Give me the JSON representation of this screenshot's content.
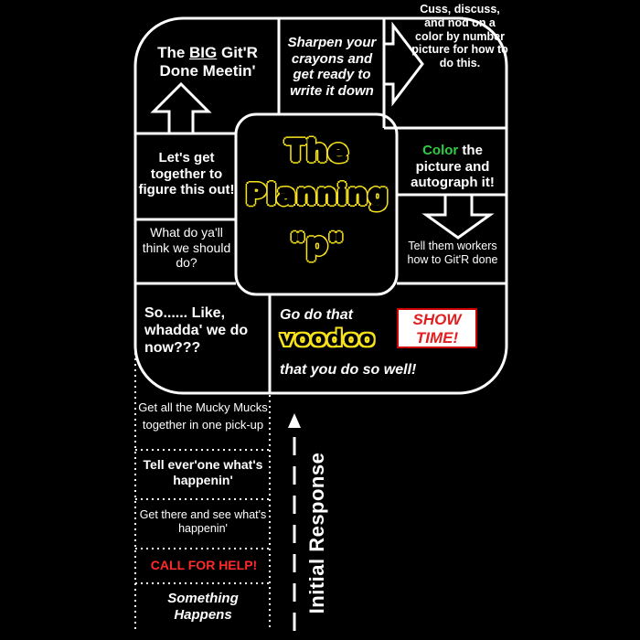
{
  "title": {
    "line1": "The",
    "line2": "Planning",
    "line3": "\"p\""
  },
  "cells": {
    "big_meeting": {
      "prefix": "The ",
      "big": "BIG",
      "suffix": " Git'R",
      "line2": "Done Meetin'"
    },
    "sharpen": "Sharpen your crayons and get ready to write it down",
    "cuss": "Cuss, discuss, and nod on a color by number picture for how to do this.",
    "get_together": "Let's get together to figure this out!",
    "what_do": "What do ya'll think we should do?",
    "color": {
      "highlight": "Color",
      "rest": " the picture and autograph it!"
    },
    "tell_them": "Tell them workers how to Git'R done",
    "so_like": "So...... Like, whadda' we do now???",
    "voodoo": {
      "before": "Go do that",
      "word": "voodoo",
      "after": "that you do so well!"
    },
    "show_time": "SHOW TIME!"
  },
  "steps": [
    {
      "text": "Get all the Mucky Mucks together in one pick-up"
    },
    {
      "text": "Tell ever'one what's happenin'"
    },
    {
      "text": "Get there and see what's happenin'"
    },
    {
      "text": "CALL FOR HELP!"
    },
    {
      "text": "Something Happens"
    }
  ],
  "initial_response": "Initial Response",
  "colors": {
    "yellow": "#f7e21b",
    "green": "#2ecc40",
    "red": "#ff2a2a"
  }
}
